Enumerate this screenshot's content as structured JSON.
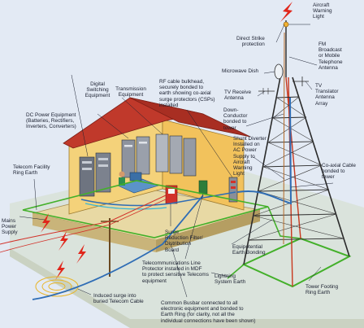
{
  "labels": {
    "direct_strike": "Direct Strike\nprotection",
    "aircraft_light": "Aircraft\nWarning\nLight",
    "fm_antenna": "FM\nBroadcast\nor Mobile\nTelephone\nAntenna",
    "microwave_dish": "Microwave Dish",
    "tv_translator": "TV\nTranslator\nAntenna\nArray",
    "tv_receive": "TV Receive\nAntenna",
    "down_conductor": "Down-\nConductor\nbonded to\ntower",
    "shunt_diverter": "Shunt Diverter\nInstalled on\nAC Power\nSupply to\nAircraft\nWarning\nLight",
    "coax_bonded": "Co-axial Cable\nbonded to\ntower",
    "digital_switching": "Digital\nSwitching\nEquipment",
    "transmission_eq": "Transmission\nEquipment",
    "rf_bulkhead": "RF cable bulkhead,\nsecurely bonded to\nearth showing co-axial\nsurge protectors (CSPs)\ninstalled",
    "dc_power": "DC Power Equipment\n(Batteries, Rectifiers,\nInverters, Converters)",
    "ring_earth": "Telecom Facility\nRing Earth",
    "mains_power": "Mains\nPower\nSupply",
    "surge_filter": "Surge\nReduction Filter/\nDistribution\nBoard",
    "equipotential": "Equipotential\nEarth Bonding",
    "line_protector": "Telecommunications Line\nProtector installed in MDF\nto protect sensitive Telecoms\nequipment",
    "lightning_earth": "Lightning\nSystem Earth",
    "tower_footing": "Tower Footing\nRing Earth",
    "induced_surge": "Induced surge into\nburied Telecom Cable",
    "common_busbar": "Common Busbar connected to all\nelectronic equipment and bonded to\nEarth Ring (for clarity, not all the\nindividual connections have been shown)"
  },
  "colors": {
    "background": "#e3eaf4",
    "earth_wire": "#43b02a",
    "lightning": "#e0261b",
    "tower": "#2a2a2a",
    "tower_paint": "#c8381e",
    "wall": "#f4d27a",
    "roof": "#c0392b",
    "cable_blue": "#2f6db5"
  }
}
